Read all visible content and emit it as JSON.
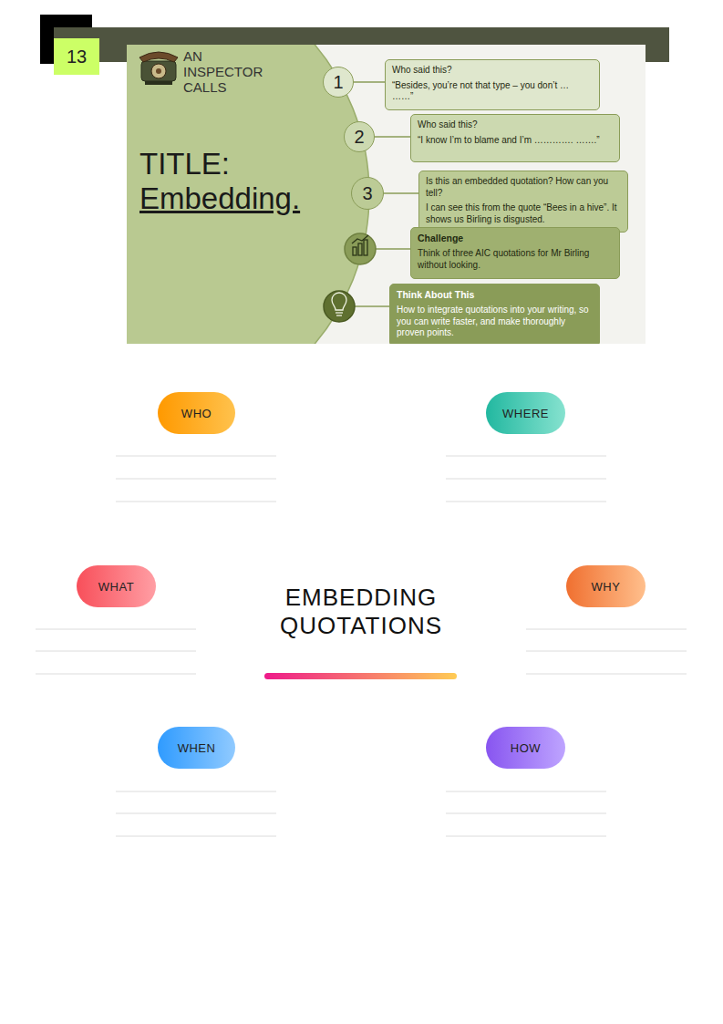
{
  "diagram": {
    "title": "EMBEDDING QUOTATIONS",
    "nodes": [
      {
        "text": [
          "13"
        ]
      },
      {
        "text": [
          "AN INSPECTOR CALLS",
          "TITLE:",
          "Embedding."
        ]
      },
      {
        "text": [
          "1"
        ]
      },
      {
        "text": [
          "Who said this?",
          "“Besides, you’re not that type – you don’t … ……”"
        ]
      },
      {
        "text": [
          "2"
        ]
      },
      {
        "text": [
          "Who said this?",
          "“I know I’m to blame and I’m …………. …….”"
        ]
      },
      {
        "text": [
          "3"
        ]
      },
      {
        "text": [
          "Is this an embedded quotation? How can you tell?",
          "I can see this from the quote “Bees in a hive”. It shows us Birling is disgusted."
        ]
      },
      {
        "text": [
          "Challenge",
          "Think of three AIC quotations for Mr Birling without looking."
        ]
      },
      {
        "text": [
          "Think About This",
          "How to integrate quotations into your writing, so you can write faster, and make thoroughly proven points."
        ]
      },
      {
        "text": [
          "WHO"
        ]
      },
      {
        "text": [
          "WHERE"
        ]
      },
      {
        "text": [
          "WHAT"
        ]
      },
      {
        "text": [
          "WHY"
        ]
      },
      {
        "text": [
          "WHEN"
        ]
      },
      {
        "text": [
          "HOW"
        ]
      }
    ],
    "edges": [
      {
        "from": 2,
        "to": 3,
        "arrow": "none"
      },
      {
        "from": 4,
        "to": 5,
        "arrow": "none"
      },
      {
        "from": 6,
        "to": 7,
        "arrow": "none"
      }
    ]
  }
}
